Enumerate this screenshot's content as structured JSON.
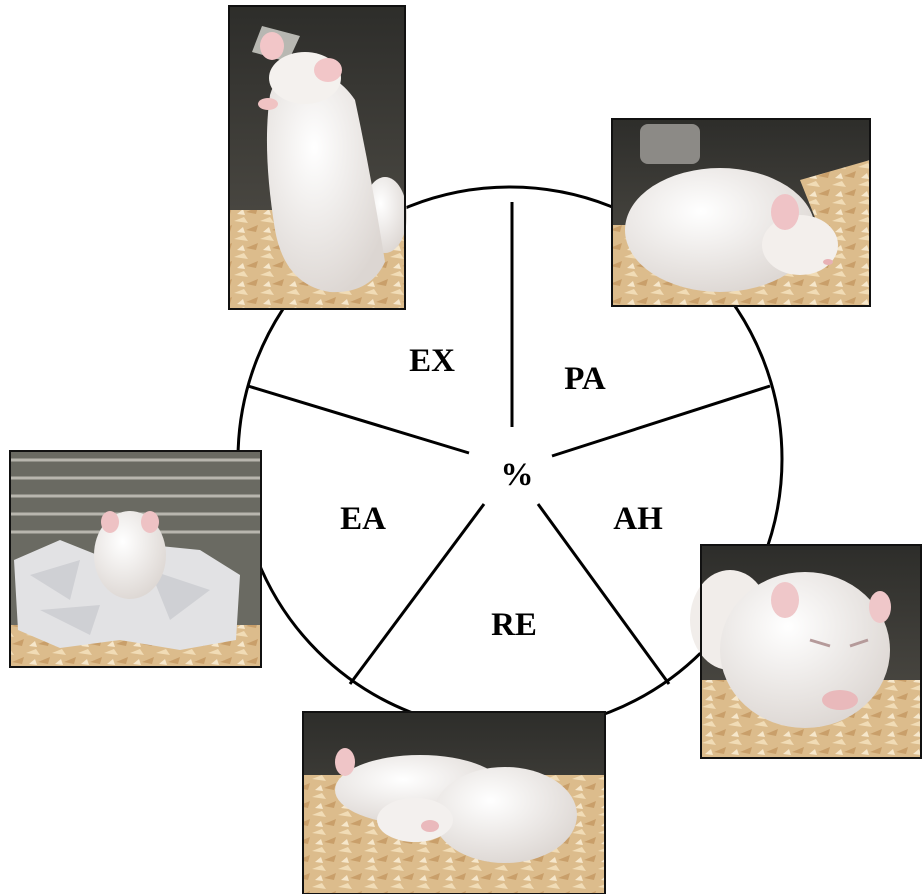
{
  "center": {
    "label": "%"
  },
  "segments": [
    {
      "id": "ex",
      "label": "EX"
    },
    {
      "id": "pa",
      "label": "PA"
    },
    {
      "id": "ah",
      "label": "AH"
    },
    {
      "id": "re",
      "label": "RE"
    },
    {
      "id": "ea",
      "label": "EA"
    }
  ],
  "colors": {
    "line": "#000000",
    "photo_border": "#111111",
    "mouse_fur": "#f3f0ee",
    "bedding": "#e6c9a0",
    "cage_bg": "#3a3a36"
  }
}
